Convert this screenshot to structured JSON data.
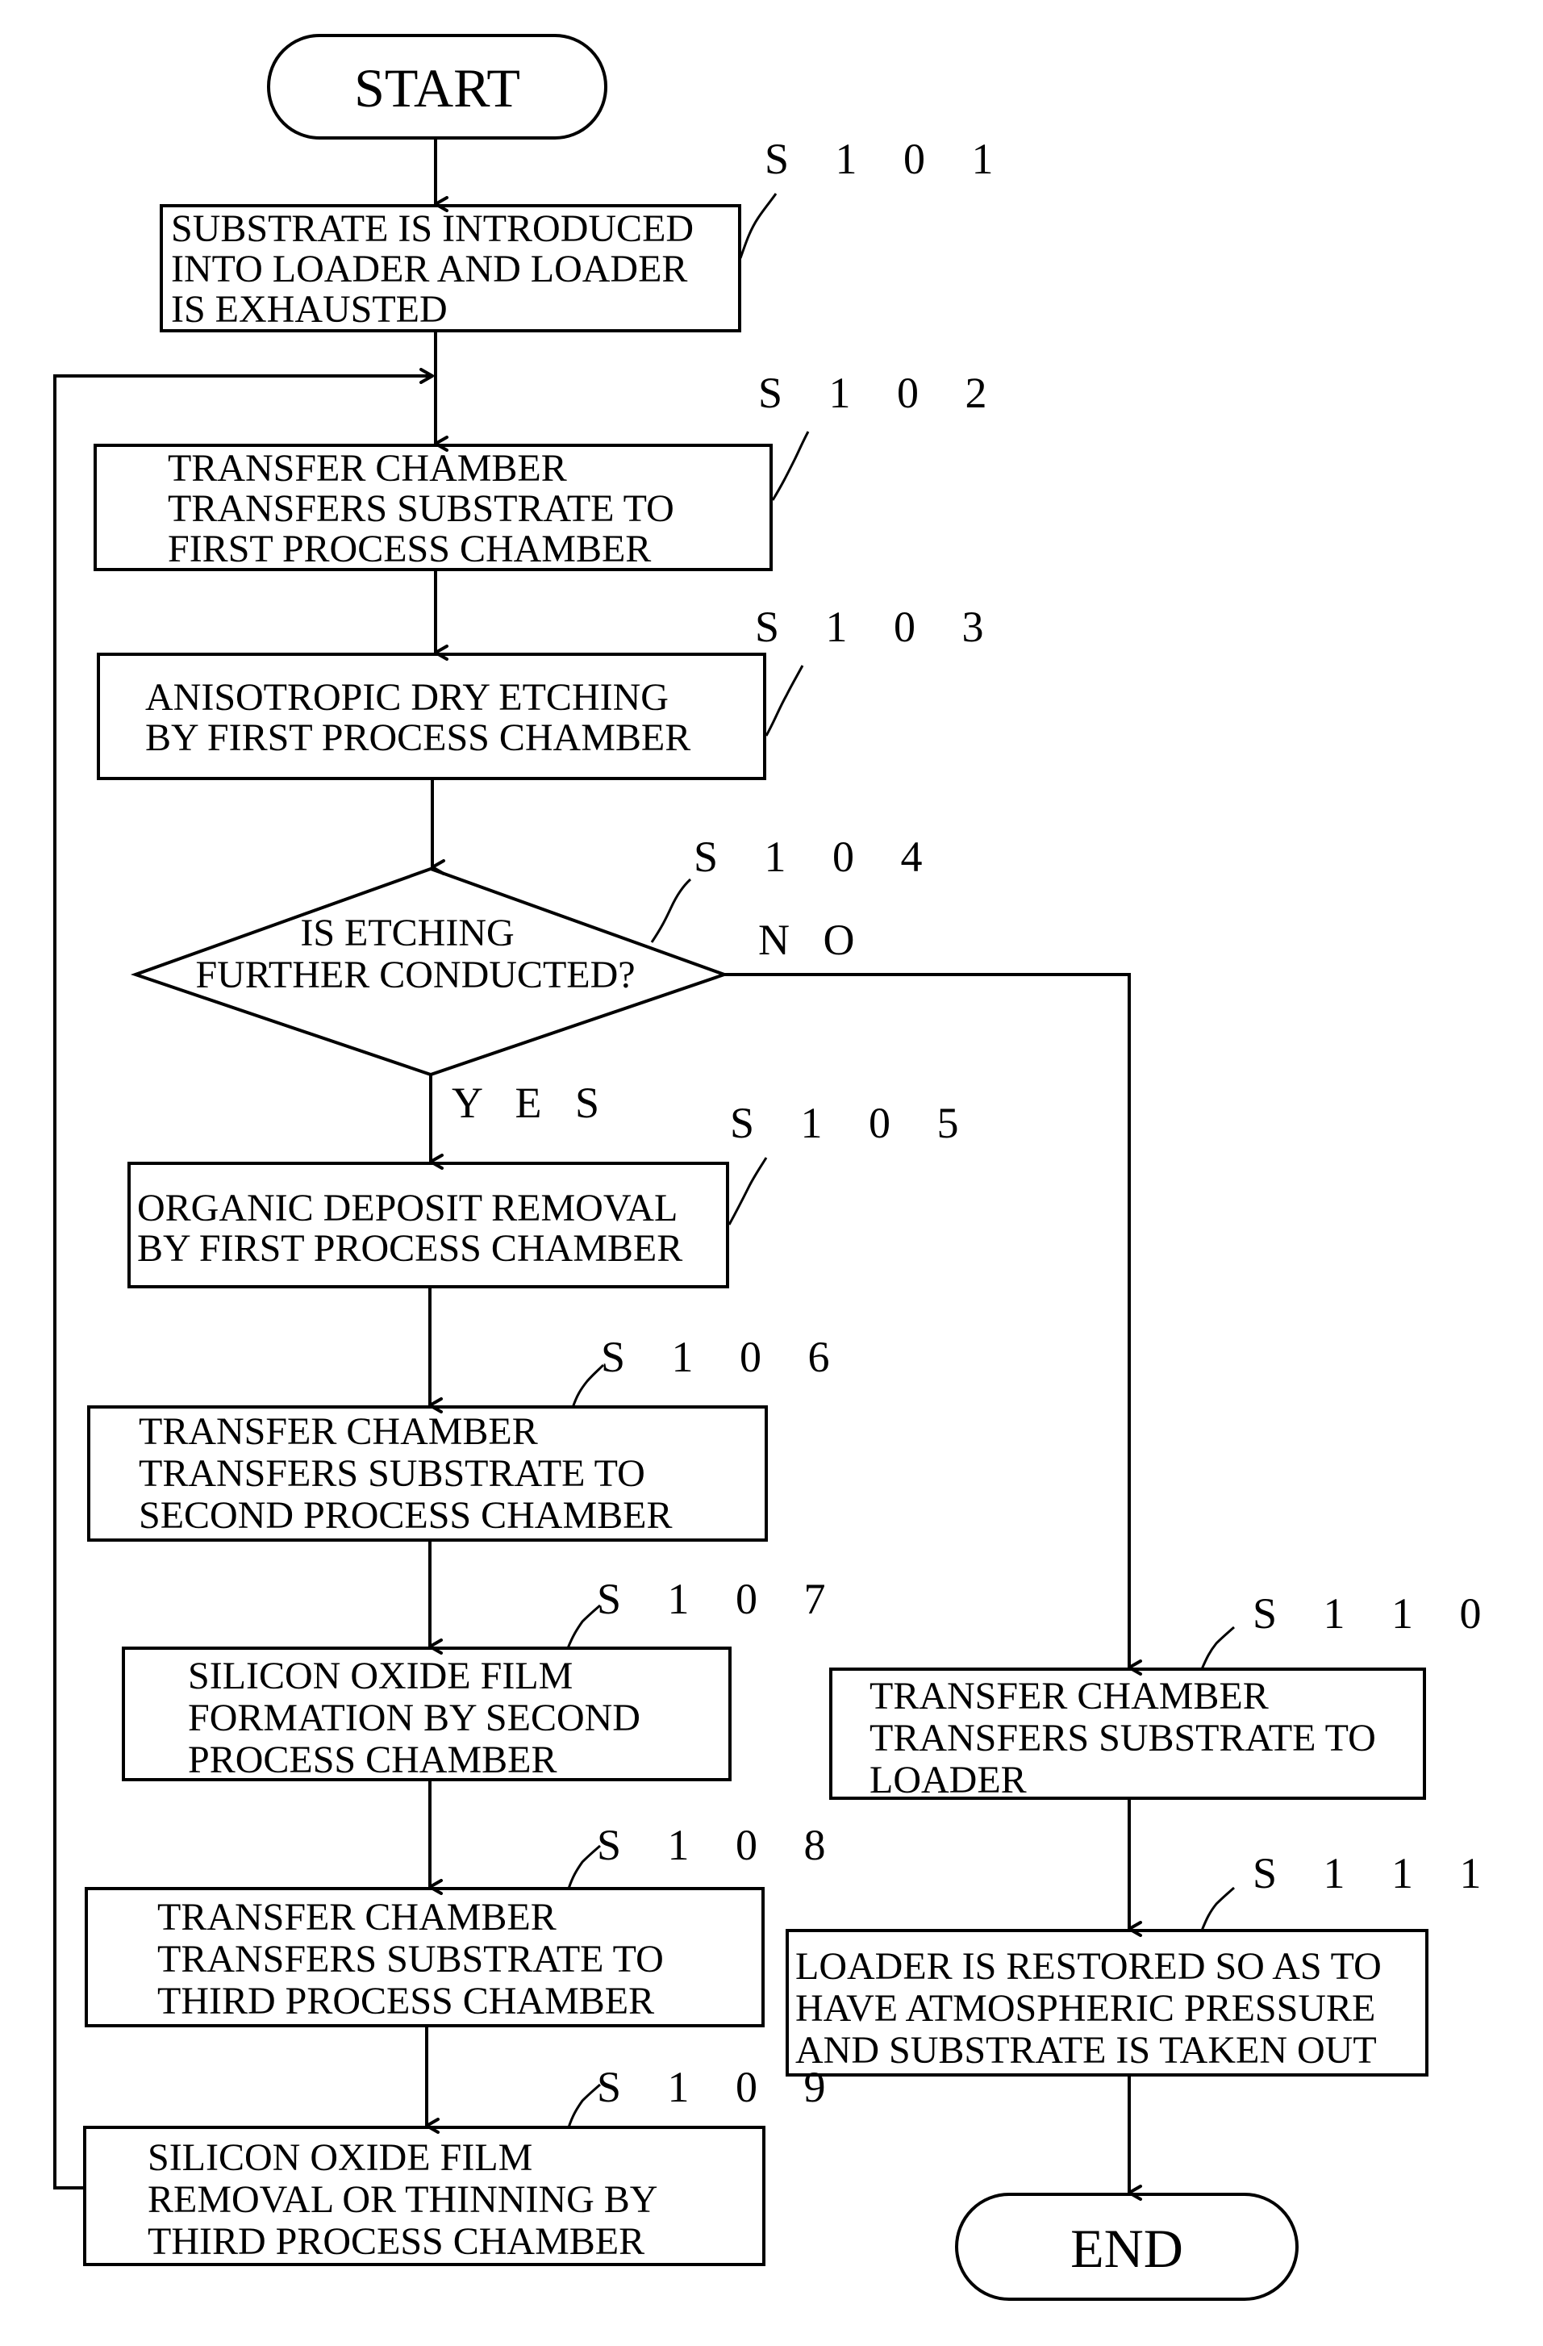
{
  "start": "START",
  "end": "END",
  "steps": {
    "s101": {
      "id": "S 1 0 1",
      "lines": [
        "SUBSTRATE IS INTRODUCED",
        "INTO LOADER AND LOADER",
        "IS EXHAUSTED"
      ]
    },
    "s102": {
      "id": "S 1 0 2",
      "lines": [
        "TRANSFER CHAMBER",
        "TRANSFERS SUBSTRATE TO",
        "FIRST PROCESS CHAMBER"
      ]
    },
    "s103": {
      "id": "S 1 0 3",
      "lines": [
        "ANISOTROPIC DRY ETCHING",
        "BY FIRST PROCESS CHAMBER"
      ]
    },
    "s104": {
      "id": "S 1 0 4",
      "lines": [
        "IS ETCHING",
        "FURTHER CONDUCTED?"
      ]
    },
    "s105": {
      "id": "S 1 0 5",
      "lines": [
        "ORGANIC DEPOSIT REMOVAL",
        "BY FIRST PROCESS CHAMBER"
      ]
    },
    "s106": {
      "id": "S 1 0 6",
      "lines": [
        "TRANSFER CHAMBER",
        "TRANSFERS SUBSTRATE TO",
        "SECOND PROCESS CHAMBER"
      ]
    },
    "s107": {
      "id": "S 1 0 7",
      "lines": [
        "SILICON OXIDE FILM",
        "FORMATION BY SECOND",
        "PROCESS CHAMBER"
      ]
    },
    "s108": {
      "id": "S 1 0 8",
      "lines": [
        "TRANSFER CHAMBER",
        "TRANSFERS SUBSTRATE TO",
        "THIRD PROCESS CHAMBER"
      ]
    },
    "s109": {
      "id": "S 1 0 9",
      "lines": [
        "SILICON OXIDE FILM",
        "REMOVAL OR THINNING BY",
        "THIRD PROCESS CHAMBER"
      ]
    },
    "s110": {
      "id": "S 1 1 0",
      "lines": [
        "TRANSFER CHAMBER",
        "TRANSFERS SUBSTRATE TO",
        "LOADER"
      ]
    },
    "s111": {
      "id": "S 1 1 1",
      "lines": [
        "LOADER IS RESTORED SO AS TO",
        "HAVE ATMOSPHERIC PRESSURE",
        "AND SUBSTRATE IS TAKEN OUT"
      ]
    }
  },
  "branches": {
    "yes": "Y E S",
    "no": "N O"
  }
}
